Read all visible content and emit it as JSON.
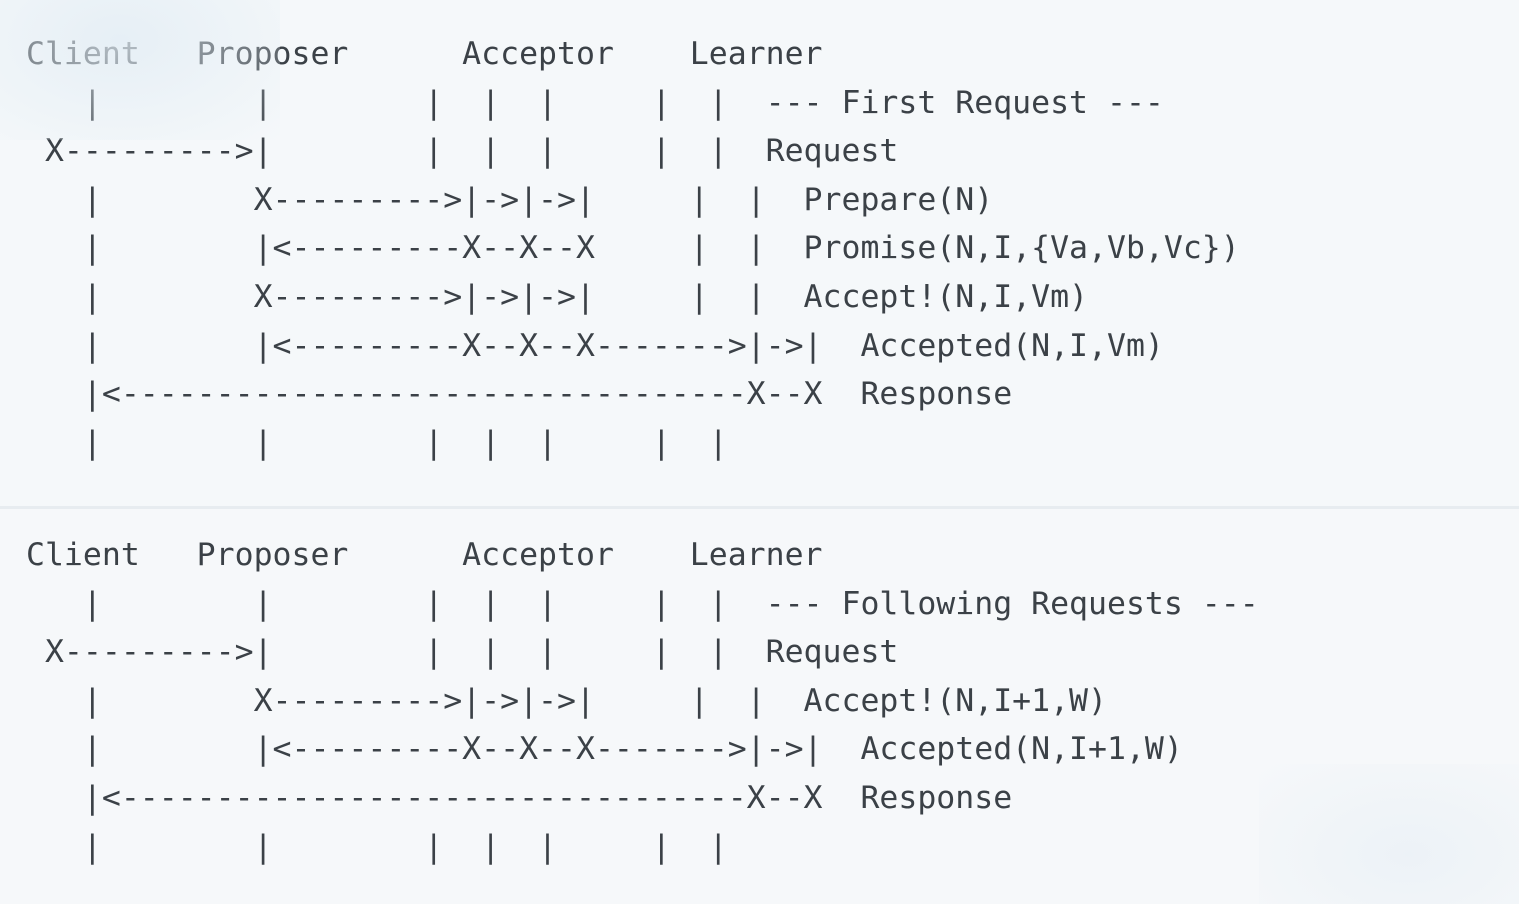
{
  "diagram": {
    "title": "Paxos protocol message sequence (ASCII)",
    "font_color": "#3b4147",
    "background_color": "#f5f8fa",
    "divider_color": "#e7ecf0",
    "roles": [
      "Client",
      "Proposer",
      "Acceptor",
      "Learner"
    ],
    "blocks": [
      {
        "id": "first-request",
        "section_label": "--- First Request ---",
        "header": "Client   Proposer      Acceptor    Learner",
        "message_labels": [
          "--- First Request ---",
          "Request",
          "Prepare(N)",
          "Promise(N,I,{Va,Vb,Vc})",
          "Accept!(N,I,Vm)",
          "Accepted(N,I,Vm)",
          "Response"
        ],
        "ascii": "Client   Proposer      Acceptor    Learner\n   |        |        |  |  |     |  |  --- First Request ---\n X--------->|        |  |  |     |  |  Request\n   |        X--------->|->|->|     |  |  Prepare(N)\n   |        |<---------X--X--X     |  |  Promise(N,I,{Va,Vb,Vc})\n   |        X--------->|->|->|     |  |  Accept!(N,I,Vm)\n   |        |<---------X--X--X------->|->|  Accepted(N,I,Vm)\n   |<---------------------------------X--X  Response\n   |        |        |  |  |     |  |"
      },
      {
        "id": "following-requests",
        "section_label": "--- Following Requests ---",
        "header": "Client   Proposer      Acceptor    Learner",
        "message_labels": [
          "--- Following Requests ---",
          "Request",
          "Accept!(N,I+1,W)",
          "Accepted(N,I+1,W)",
          "Response"
        ],
        "ascii": "Client   Proposer      Acceptor    Learner\n   |        |        |  |  |     |  |  --- Following Requests ---\n X--------->|        |  |  |     |  |  Request\n   |        X--------->|->|->|     |  |  Accept!(N,I+1,W)\n   |        |<---------X--X--X------->|->|  Accepted(N,I+1,W)\n   |<---------------------------------X--X  Response\n   |        |        |  |  |     |  |"
      }
    ]
  }
}
